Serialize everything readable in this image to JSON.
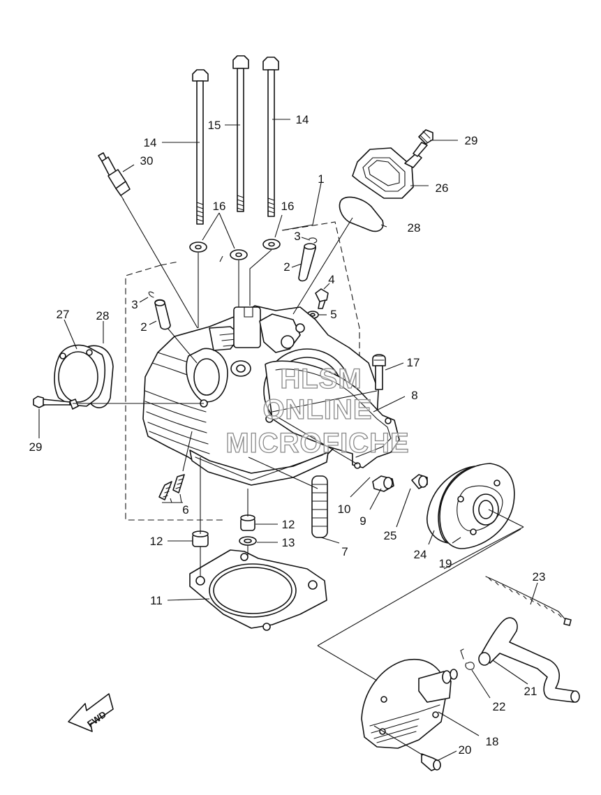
{
  "callouts": {
    "c1": "1",
    "c2a": "2",
    "c2b": "2",
    "c3a": "3",
    "c3b": "3",
    "c4": "4",
    "c5": "5",
    "c6": "6",
    "c7": "7",
    "c8": "8",
    "c9": "9",
    "c10": "10",
    "c11": "11",
    "c12a": "12",
    "c12b": "12",
    "c13": "13",
    "c14a": "14",
    "c14b": "14",
    "c15": "15",
    "c16a": "16",
    "c16b": "16",
    "c17": "17",
    "c18": "18",
    "c19": "19",
    "c20": "20",
    "c21": "21",
    "c22": "22",
    "c23": "23",
    "c24": "24",
    "c25": "25",
    "c26": "26",
    "c27": "27",
    "c28a": "28",
    "c28b": "28",
    "c29a": "29",
    "c29b": "29",
    "c30": "30"
  },
  "watermark": {
    "line1": "HLSM",
    "line2": "ONLINE",
    "line3": "MICROFICHE"
  },
  "direction_label": "FWD"
}
